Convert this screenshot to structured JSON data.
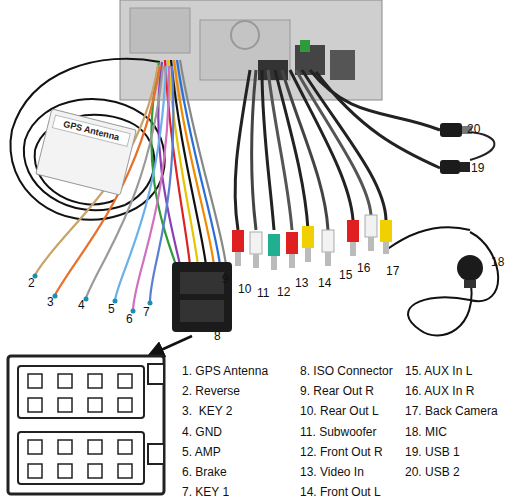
{
  "diagram": {
    "nodes": [
      {
        "text": [
          "GPS Antenna"
        ]
      }
    ],
    "labels": [
      "2",
      "3",
      "4",
      "5",
      "6",
      "7",
      "8",
      "9",
      "10",
      "11",
      "12",
      "13",
      "14",
      "15",
      "16",
      "17",
      "18",
      "19",
      "20",
      "1. GPS Antenna",
      "2. Reverse",
      "3.  KEY 2",
      "4. GND",
      "5. AMP",
      "6. Brake",
      "7. KEY 1",
      "8. ISO Connector",
      "9. Rear Out R",
      "10. Rear Out L",
      "11. Subwoofer",
      "12. Front Out R",
      "13. Video In",
      "14. Front Out L",
      "15. AUX In L",
      "16. AUX In R",
      "17. Back Camera",
      "18. MIC",
      "19. USB 1",
      "20. USB 2"
    ]
  }
}
